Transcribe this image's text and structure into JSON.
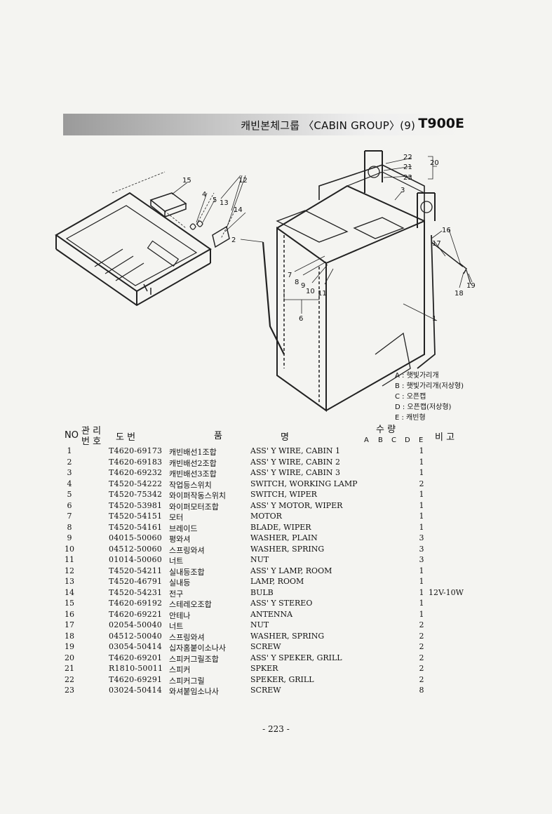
{
  "header": {
    "title": "캐빈본체그룹 〈CABIN GROUP〉(9)",
    "model": "T900E"
  },
  "diagram": {
    "callouts": [
      "1",
      "2",
      "3",
      "4",
      "5",
      "6",
      "7",
      "8",
      "9",
      "10",
      "11",
      "12",
      "13",
      "14",
      "15",
      "16",
      "17",
      "18",
      "19",
      "20",
      "21",
      "22",
      "23"
    ]
  },
  "legend": [
    "A : 햇빛가리개",
    "B : 햇빛가리개(저상형)",
    "C : 오픈캡",
    "D : 오픈캡(저상형)",
    "E : 캐빈형"
  ],
  "table": {
    "headers": {
      "no": "NO",
      "mgmt_1": "관 리",
      "mgmt_2": "번 호",
      "drawing": "도    번",
      "item": "품",
      "name": "명",
      "qty": "수    량",
      "variants": [
        "A",
        "B",
        "C",
        "D",
        "E"
      ],
      "remarks": "비 고"
    },
    "rows": [
      {
        "no": "1",
        "part": "T4620-69173",
        "kor": "캐빈배선1조합",
        "eng": "ASS' Y WIRE, CABIN 1",
        "qty": "1",
        "note": ""
      },
      {
        "no": "2",
        "part": "T4620-69183",
        "kor": "캐빈배선2조합",
        "eng": "ASS' Y WIRE, CABIN 2",
        "qty": "1",
        "note": ""
      },
      {
        "no": "3",
        "part": "T4620-69232",
        "kor": "캐빈배선3조합",
        "eng": "ASS' Y WIRE, CABIN 3",
        "qty": "1",
        "note": ""
      },
      {
        "no": "4",
        "part": "T4520-54222",
        "kor": "작업등스위치",
        "eng": "SWITCH, WORKING LAMP",
        "qty": "2",
        "note": ""
      },
      {
        "no": "5",
        "part": "T4520-75342",
        "kor": "와이퍼작동스위치",
        "eng": "SWITCH, WIPER",
        "qty": "1",
        "note": ""
      },
      {
        "no": "6",
        "part": "T4520-53981",
        "kor": "와이퍼모터조합",
        "eng": "ASS' Y MOTOR, WIPER",
        "qty": "1",
        "note": ""
      },
      {
        "no": "7",
        "part": "T4520-54151",
        "kor": "모터",
        "eng": "MOTOR",
        "qty": "1",
        "note": ""
      },
      {
        "no": "8",
        "part": "T4520-54161",
        "kor": "브레이드",
        "eng": "BLADE, WIPER",
        "qty": "1",
        "note": ""
      },
      {
        "no": "9",
        "part": "04015-50060",
        "kor": "평와셔",
        "eng": "WASHER, PLAIN",
        "qty": "3",
        "note": ""
      },
      {
        "no": "10",
        "part": "04512-50060",
        "kor": "스프링와셔",
        "eng": "WASHER, SPRING",
        "qty": "3",
        "note": ""
      },
      {
        "no": "11",
        "part": "01014-50060",
        "kor": "너트",
        "eng": "NUT",
        "qty": "3",
        "note": ""
      },
      {
        "no": "12",
        "part": "T4520-54211",
        "kor": "실내등조합",
        "eng": "ASS' Y LAMP, ROOM",
        "qty": "1",
        "note": ""
      },
      {
        "no": "13",
        "part": "T4520-46791",
        "kor": "실내등",
        "eng": "LAMP, ROOM",
        "qty": "1",
        "note": ""
      },
      {
        "no": "14",
        "part": "T4520-54231",
        "kor": "전구",
        "eng": "BULB",
        "qty": "1",
        "note": "12V-10W"
      },
      {
        "no": "15",
        "part": "T4620-69192",
        "kor": "스테레오조합",
        "eng": "ASS' Y STEREO",
        "qty": "1",
        "note": ""
      },
      {
        "no": "16",
        "part": "T4620-69221",
        "kor": "안테나",
        "eng": "ANTENNA",
        "qty": "1",
        "note": ""
      },
      {
        "no": "17",
        "part": "02054-50040",
        "kor": "너트",
        "eng": "NUT",
        "qty": "2",
        "note": ""
      },
      {
        "no": "18",
        "part": "04512-50040",
        "kor": "스프링와셔",
        "eng": "WASHER, SPRING",
        "qty": "2",
        "note": ""
      },
      {
        "no": "19",
        "part": "03054-50414",
        "kor": "십자홈붙이소나사",
        "eng": "SCREW",
        "qty": "2",
        "note": ""
      },
      {
        "no": "20",
        "part": "T4620-69201",
        "kor": "스피커그릴조합",
        "eng": "ASS' Y SPEKER, GRILL",
        "qty": "2",
        "note": ""
      },
      {
        "no": "21",
        "part": "R1810-50011",
        "kor": "스피커",
        "eng": "SPKER",
        "qty": "2",
        "note": ""
      },
      {
        "no": "22",
        "part": "T4620-69291",
        "kor": "스피커그릴",
        "eng": "SPEKER, GRILL",
        "qty": "2",
        "note": ""
      },
      {
        "no": "23",
        "part": "03024-50414",
        "kor": "와셔붙임소나사",
        "eng": "SCREW",
        "qty": "8",
        "note": ""
      }
    ]
  },
  "footer": {
    "page": "- 223 -"
  }
}
